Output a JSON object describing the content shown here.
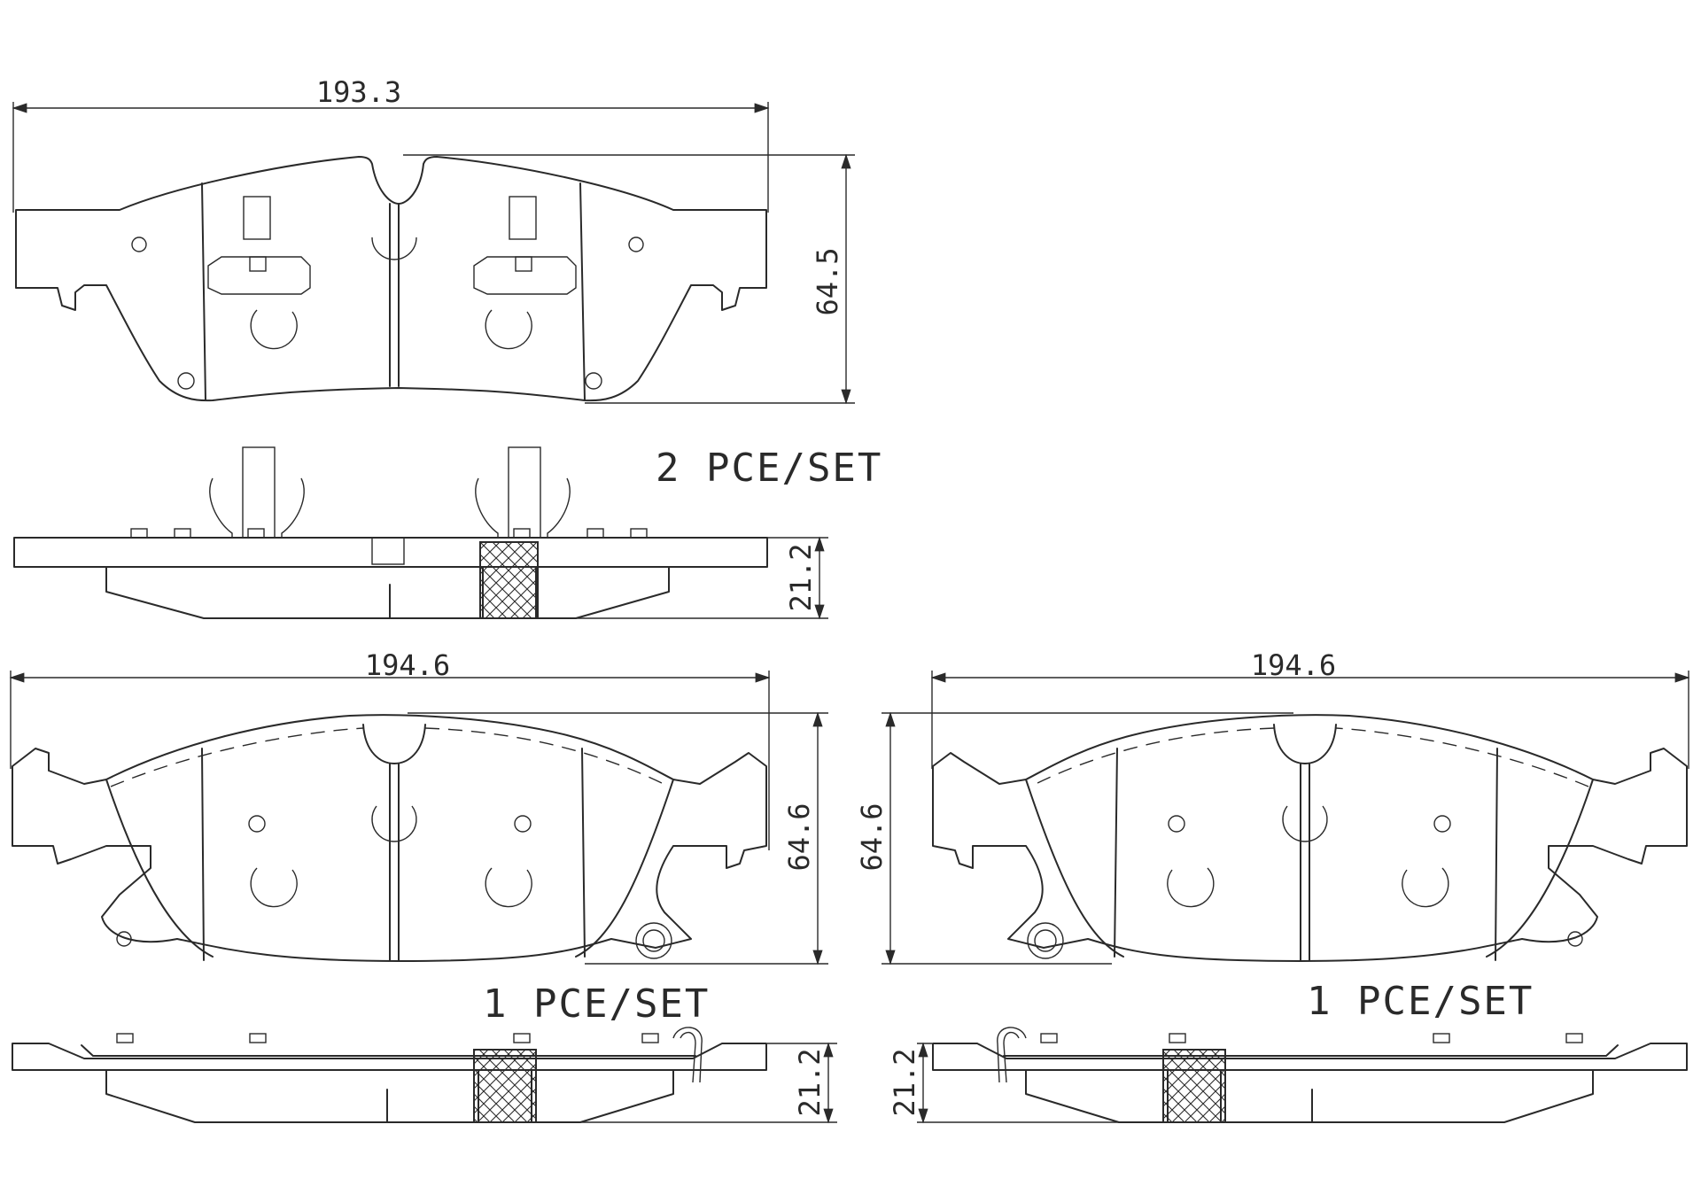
{
  "pads": [
    {
      "name": "pad-pair",
      "width_mm": "193.3",
      "height_mm": "64.5",
      "thickness_mm": "21.2",
      "quantity_label": "2 PCE/SET"
    },
    {
      "name": "pad-left",
      "width_mm": "194.6",
      "height_mm": "64.6",
      "thickness_mm": "21.2",
      "quantity_label": "1 PCE/SET"
    },
    {
      "name": "pad-right",
      "width_mm": "194.6",
      "height_mm": "64.6",
      "thickness_mm": "21.2",
      "quantity_label": "1 PCE/SET"
    }
  ],
  "colors": {
    "line": "#2a2a2a",
    "background": "#ffffff"
  }
}
